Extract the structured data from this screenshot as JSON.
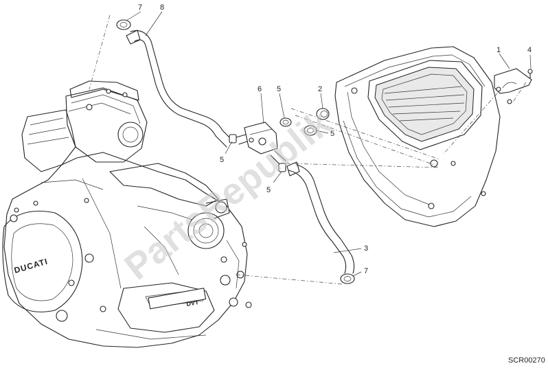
{
  "diagram": {
    "reference_code": "SCR00270",
    "watermark": "PartsRepublik",
    "engine_brand_text": "DUCATI",
    "engine_badge_text": "DVT",
    "callouts": [
      {
        "id": "c7a",
        "label": "7",
        "part": "clamp-upper"
      },
      {
        "id": "c8",
        "label": "8",
        "part": "upper-hose"
      },
      {
        "id": "c6",
        "label": "6",
        "part": "valve"
      },
      {
        "id": "c5a",
        "label": "5",
        "part": "clip-valve-top"
      },
      {
        "id": "c2",
        "label": "2",
        "part": "grommet"
      },
      {
        "id": "c1",
        "label": "1",
        "part": "bracket"
      },
      {
        "id": "c4",
        "label": "4",
        "part": "bracket-screw"
      },
      {
        "id": "c5b",
        "label": "5",
        "part": "clip-airbox"
      },
      {
        "id": "c5c",
        "label": "5",
        "part": "clip-left"
      },
      {
        "id": "c5d",
        "label": "5",
        "part": "clip-lower"
      },
      {
        "id": "c3",
        "label": "3",
        "part": "lower-hose"
      },
      {
        "id": "c7b",
        "label": "7",
        "part": "clamp-lower"
      }
    ]
  }
}
